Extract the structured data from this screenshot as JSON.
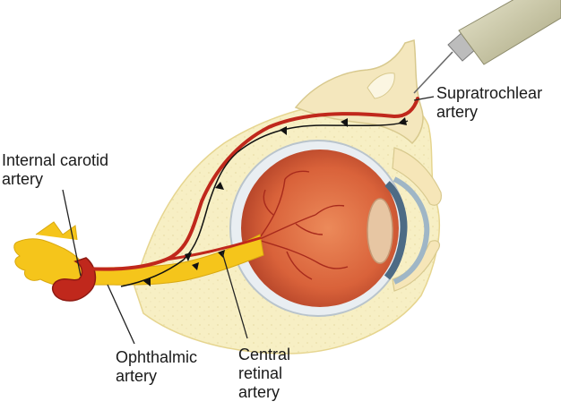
{
  "diagram": {
    "labels": {
      "supratrochlear": {
        "line1": "Supratrochlear",
        "line2": "artery"
      },
      "internal_carotid": {
        "line1": "Internal carotid",
        "line2": "artery"
      },
      "ophthalmic": {
        "line1": "Ophthalmic",
        "line2": "artery"
      },
      "central_retinal": {
        "line1": "Central",
        "line2": "retinal",
        "line3": "artery"
      }
    },
    "colors": {
      "tissue": "#f7efc4",
      "tissue_outline": "#e6d58f",
      "bone": "#f4e7bd",
      "nerve": "#f5c51b",
      "artery": "#c0281c",
      "eyeball_interior": "#d9623a",
      "sclera": "#e9eef2",
      "flow_arrow": "#111111",
      "syringe": "#c9c6a4"
    }
  }
}
